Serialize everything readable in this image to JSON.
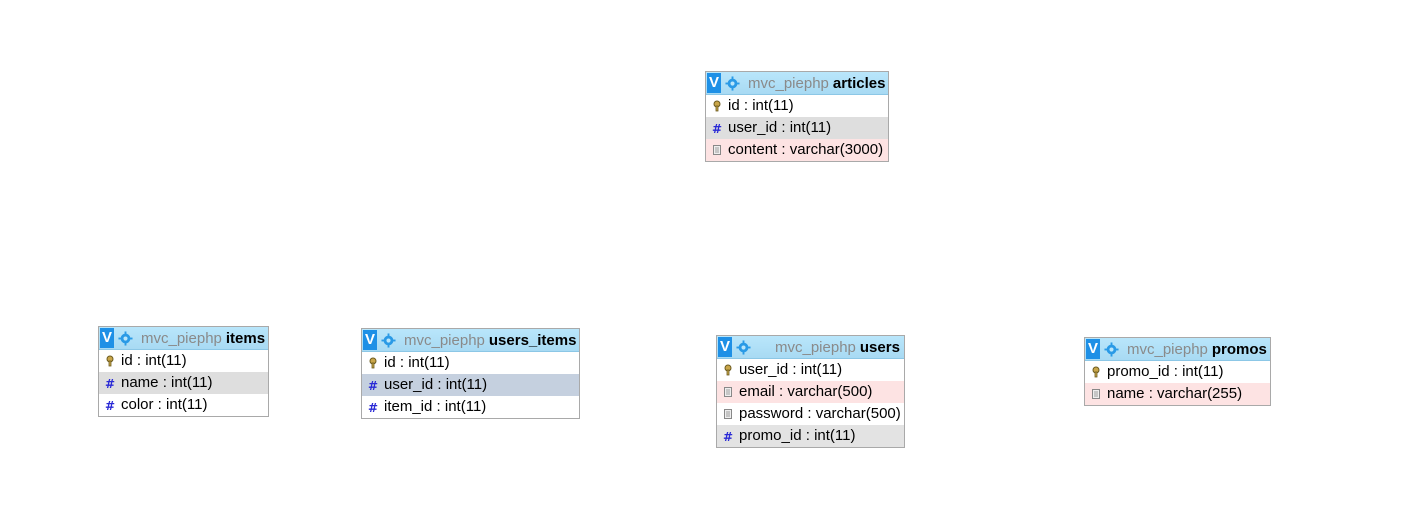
{
  "database": "mvc_piephp",
  "toggle_label": "V",
  "tables": {
    "articles": {
      "name": "articles",
      "columns": [
        {
          "icon": "primary-key-icon",
          "name": "id",
          "type": "int(11)"
        },
        {
          "icon": "numeric-column-icon",
          "name": "user_id",
          "type": "int(11)"
        },
        {
          "icon": "text-column-icon",
          "name": "content",
          "type": "varchar(3000)"
        }
      ]
    },
    "items": {
      "name": "items",
      "columns": [
        {
          "icon": "primary-key-icon",
          "name": "id",
          "type": "int(11)"
        },
        {
          "icon": "numeric-column-icon",
          "name": "name",
          "type": "int(11)"
        },
        {
          "icon": "numeric-column-icon",
          "name": "color",
          "type": "int(11)"
        }
      ]
    },
    "users_items": {
      "name": "users_items",
      "columns": [
        {
          "icon": "primary-key-icon",
          "name": "id",
          "type": "int(11)"
        },
        {
          "icon": "numeric-column-icon",
          "name": "user_id",
          "type": "int(11)"
        },
        {
          "icon": "numeric-column-icon",
          "name": "item_id",
          "type": "int(11)"
        }
      ]
    },
    "users": {
      "name": "users",
      "columns": [
        {
          "icon": "primary-key-icon",
          "name": "user_id",
          "type": "int(11)"
        },
        {
          "icon": "text-column-icon",
          "name": "email",
          "type": "varchar(500)"
        },
        {
          "icon": "text-column-icon",
          "name": "password",
          "type": "varchar(500)"
        },
        {
          "icon": "numeric-column-icon",
          "name": "promo_id",
          "type": "int(11)"
        }
      ]
    },
    "promos": {
      "name": "promos",
      "columns": [
        {
          "icon": "primary-key-icon",
          "name": "promo_id",
          "type": "int(11)"
        },
        {
          "icon": "text-column-icon",
          "name": "name",
          "type": "varchar(255)"
        }
      ]
    }
  }
}
